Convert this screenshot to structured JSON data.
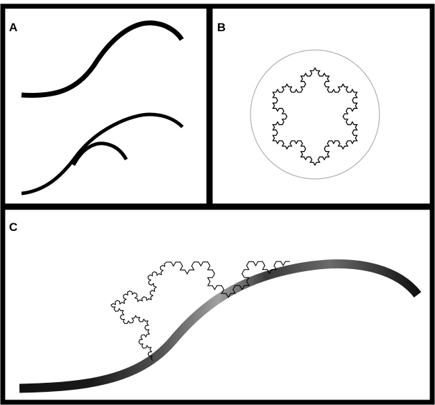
{
  "panels": {
    "a": {
      "label": "A"
    },
    "b": {
      "label": "B"
    },
    "c": {
      "label": "C"
    }
  },
  "colors": {
    "frame": "#000000",
    "background": "#ffffff",
    "circle": "#b4b4b4",
    "ribbon_dark": "#111111",
    "ribbon_light": "#a0a0a0"
  },
  "koch_iterations": 3
}
